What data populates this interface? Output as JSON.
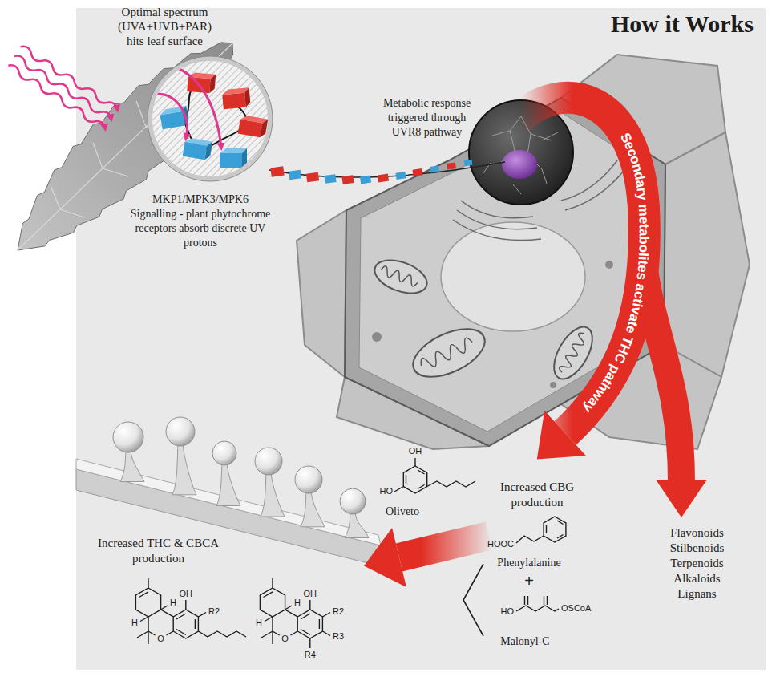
{
  "diagram": {
    "title": "How it Works",
    "labels": [
      "Optimal spectrum (UVA+UVB+PAR) hits leaf surface",
      "Metabolic response triggered through UVR8 pathway",
      "MKP1/MPK3/MPK6 Signalling - plant phytochrome receptors absorb discrete UV protons",
      "Secondary metabolites activate THC pathway",
      "Increased CBG production",
      "OH",
      "HO",
      "Oliveto",
      "HOOC",
      "Phenylalanine",
      "+",
      "HO",
      "OSCoA",
      "Malonyl-C",
      "Flavonoids Stilbenoids Terpenoids Alkaloids Lignans",
      "Increased THC & CBCA production",
      "OH",
      "R2",
      "H",
      "H",
      "O",
      "OH",
      "R2",
      "R3",
      "R4",
      "H",
      "H",
      "O"
    ]
  }
}
